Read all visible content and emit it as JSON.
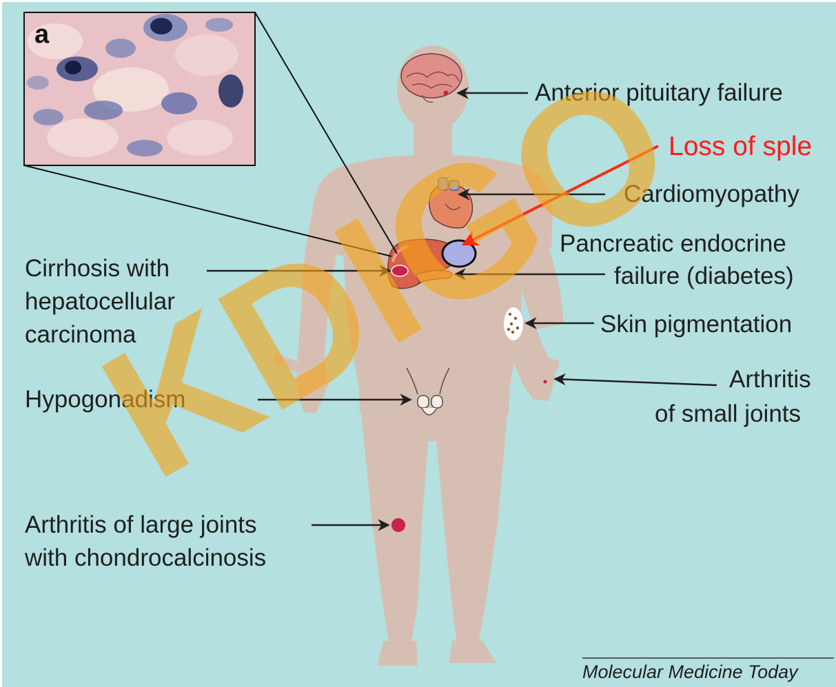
{
  "figure": {
    "panel_label": "a",
    "credit": "Molecular Medicine Today",
    "watermark": "KDIGO"
  },
  "labels": {
    "anterior_pituitary": "Anterior pituitary failure",
    "loss_of_spleen": "Loss of sple",
    "cardiomyopathy": "Cardiomyopathy",
    "pancreatic_line1": "Pancreatic endocrine",
    "pancreatic_line2": "failure (diabetes)",
    "skin": "Skin pigmentation",
    "arthritis_small_line1": "Arthritis",
    "arthritis_small_line2": "of small joints",
    "cirrhosis_line1": "Cirrhosis with",
    "cirrhosis_line2": "hepatocellular",
    "cirrhosis_line3": "carcinoma",
    "hypogonadism": "Hypogonadism",
    "arthritis_large_line1": "Arthritis of large joints",
    "arthritis_large_line2": "with chondrocalcinosis"
  },
  "colors": {
    "background": "#b4e0df",
    "body": "#d6bfb2",
    "watermark": "#f4a319",
    "annotation": "#1f1f1f",
    "highlight": "#ff1a1a",
    "spleen_fill": "#aab0e6",
    "brain": "#df8e8a",
    "heart": "#e58662",
    "liver": "#d9614a",
    "joint_marker": "#c9224a"
  }
}
